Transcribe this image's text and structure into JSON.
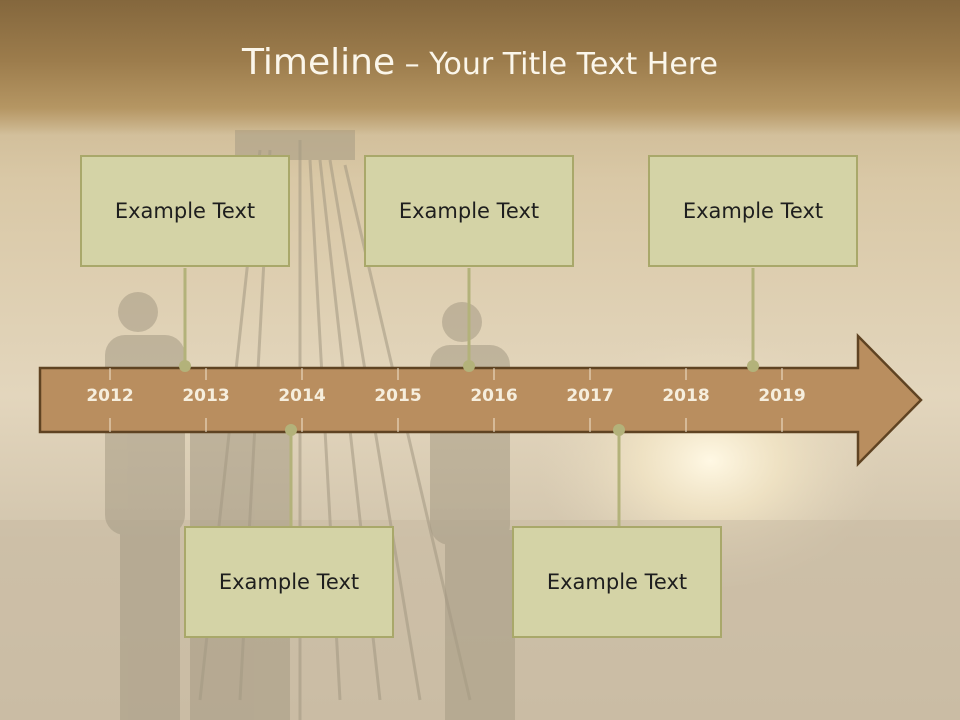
{
  "slide": {
    "title_main": "Timeline",
    "title_sep": " – ",
    "title_rest": "Your Title Text Here"
  },
  "timeline": {
    "years": [
      "2012",
      "2013",
      "2014",
      "2015",
      "2016",
      "2017",
      "2018",
      "2019"
    ],
    "events_top": [
      {
        "label": "Example Text"
      },
      {
        "label": "Example Text"
      },
      {
        "label": "Example Text"
      }
    ],
    "events_bottom": [
      {
        "label": "Example Text"
      },
      {
        "label": "Example Text"
      }
    ]
  },
  "colors": {
    "arrow_fill": "#b98e5f",
    "arrow_stroke": "#5f4322",
    "box_fill": "#d4d3a6",
    "box_border": "#a9a86a",
    "connector": "#b3b27a",
    "year_text": "#f6eedd"
  }
}
